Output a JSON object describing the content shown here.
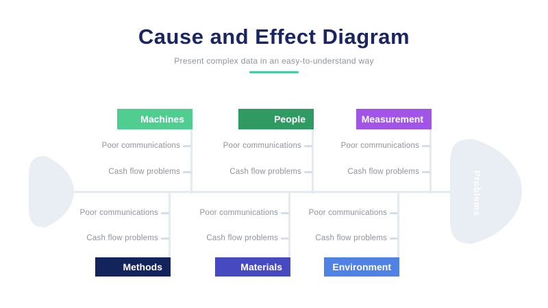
{
  "slide": {
    "title": "Cause and Effect Diagram",
    "subtitle": "Present complex data in an easy-to-understand way",
    "accent_underline_color": "#47CBA0",
    "title_color": "#1B2563"
  },
  "diagram": {
    "effect_label": "Problems",
    "shape_color": "#E9EDF4",
    "line_color": "#E4EAF2",
    "cause_text_color": "#8E939B",
    "branches": [
      {
        "name": "Machines",
        "color": "#50CE92",
        "position": "top",
        "causes": [
          "Poor communications",
          "Cash flow problems"
        ]
      },
      {
        "name": "People",
        "color": "#2F9B63",
        "position": "top",
        "causes": [
          "Poor communications",
          "Cash flow problems"
        ]
      },
      {
        "name": "Measurement",
        "color": "#A254E6",
        "position": "top",
        "causes": [
          "Poor communications",
          "Cash flow problems"
        ]
      },
      {
        "name": "Methods",
        "color": "#13235B",
        "position": "bottom",
        "causes": [
          "Poor communications",
          "Cash flow problems"
        ]
      },
      {
        "name": "Materials",
        "color": "#4749C0",
        "position": "bottom",
        "causes": [
          "Poor communications",
          "Cash flow problems"
        ]
      },
      {
        "name": "Environment",
        "color": "#4E82E4",
        "position": "bottom",
        "causes": [
          "Poor communications",
          "Cash flow problems"
        ]
      }
    ]
  }
}
